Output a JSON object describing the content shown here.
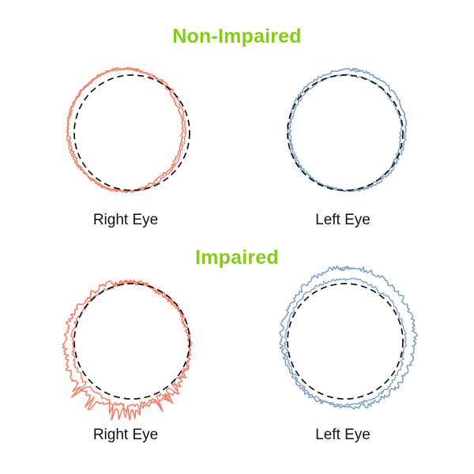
{
  "colors": {
    "title": "#84cc16",
    "right_eye": "#f0806a",
    "left_eye": "#7ea3c6",
    "reference": "#111111"
  },
  "sections": [
    {
      "title": "Non-Impaired",
      "condition": "non-impaired",
      "panels": [
        {
          "label": "Right Eye",
          "eye": "right"
        },
        {
          "label": "Left Eye",
          "eye": "left"
        }
      ]
    },
    {
      "title": "Impaired",
      "condition": "impaired",
      "panels": [
        {
          "label": "Right Eye",
          "eye": "right"
        },
        {
          "label": "Left Eye",
          "eye": "left"
        }
      ]
    }
  ]
}
